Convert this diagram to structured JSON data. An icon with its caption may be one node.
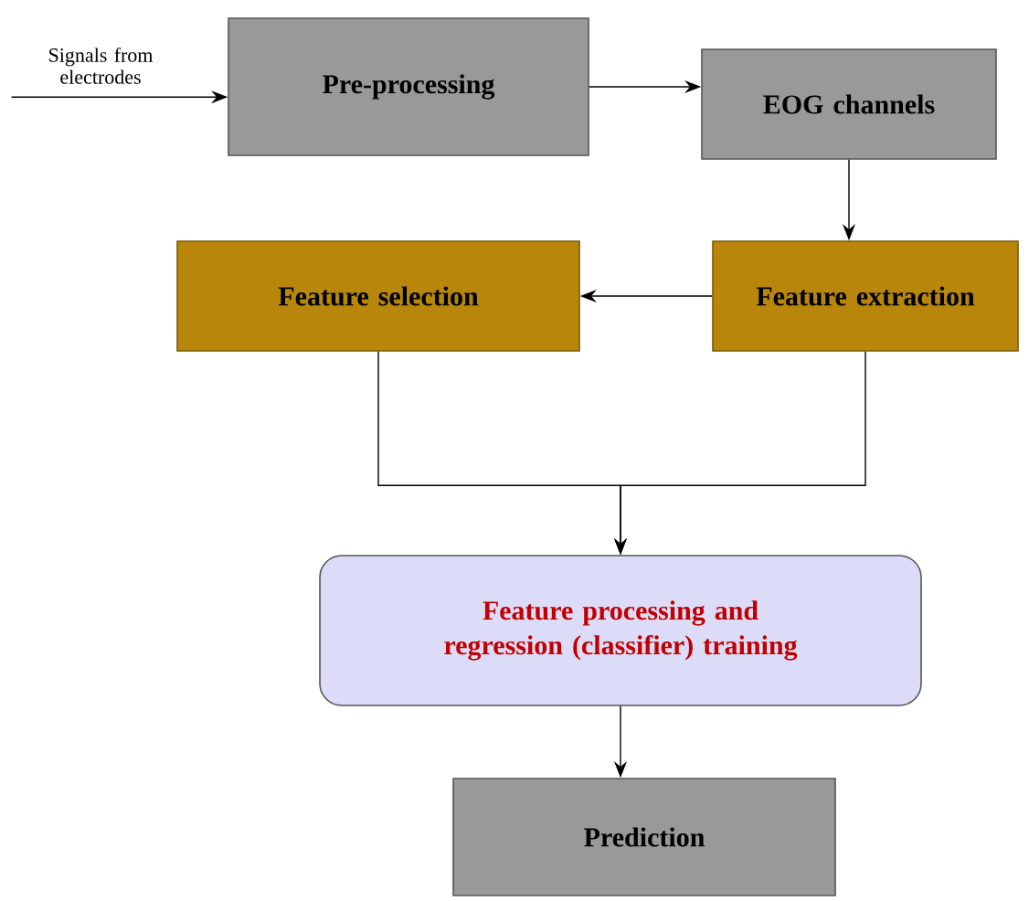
{
  "diagram": {
    "nodes": [
      {
        "text": [
          "Signals from electrodes"
        ]
      },
      {
        "text": [
          "Pre-processing"
        ]
      },
      {
        "text": [
          "EOG channels"
        ]
      },
      {
        "text": [
          "Feature extraction"
        ]
      },
      {
        "text": [
          "Feature selection"
        ]
      },
      {
        "text": [
          "Feature processing and regression (classifier) training"
        ]
      },
      {
        "text": [
          "Prediction"
        ]
      }
    ],
    "edges": [
      {
        "from": 0,
        "to": 1,
        "arrow": "to"
      },
      {
        "from": 1,
        "to": 2,
        "arrow": "to"
      },
      {
        "from": 2,
        "to": 3,
        "arrow": "to"
      },
      {
        "from": 3,
        "to": 4,
        "arrow": "to"
      },
      {
        "from": 4,
        "to": 5,
        "arrow": "to"
      },
      {
        "from": 3,
        "to": 5,
        "arrow": "to"
      },
      {
        "from": 5,
        "to": 6,
        "arrow": "to"
      }
    ]
  }
}
